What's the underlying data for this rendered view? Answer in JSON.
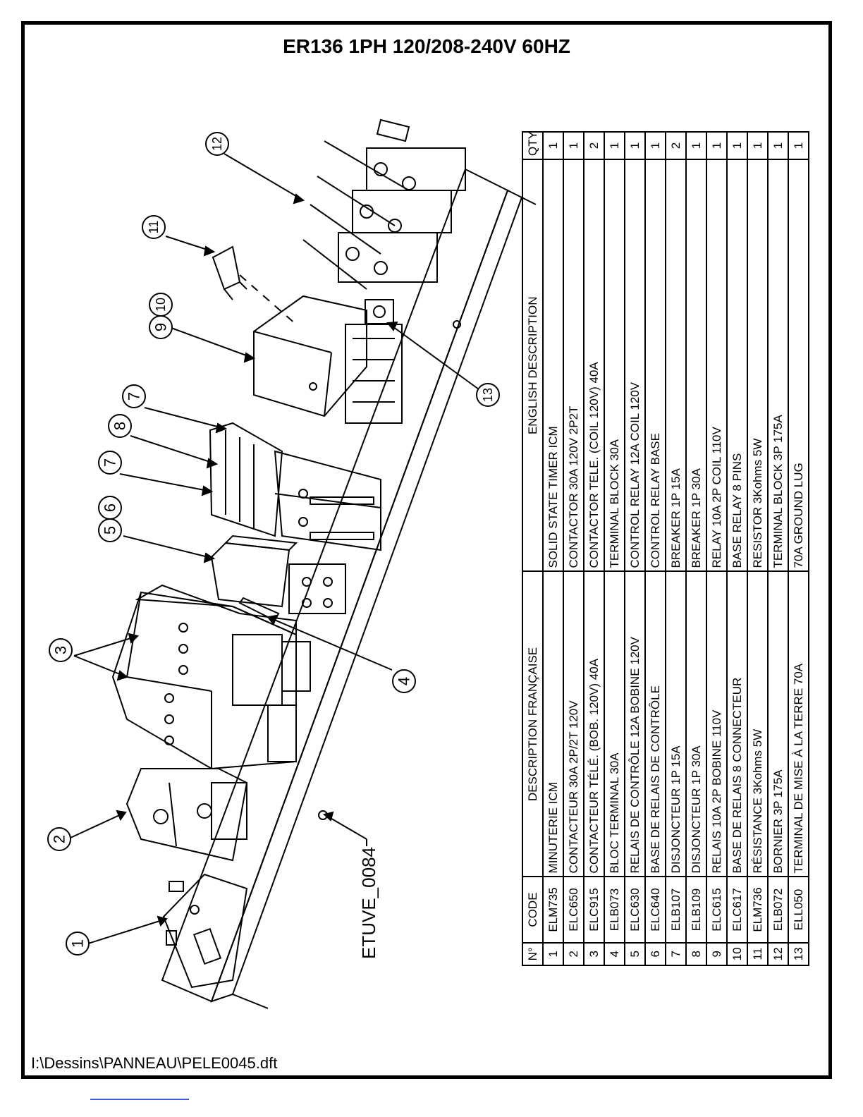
{
  "title": "ER136 1PH 120/208-240V 60HZ",
  "file_path": "I:\\Dessins\\PANNEAU\\PELE0045.dft",
  "drawing_ref": "ETUVE_0084",
  "callouts": [
    "1",
    "2",
    "3",
    "4",
    "5",
    "6",
    "7",
    "8",
    "7",
    "9",
    "10",
    "11",
    "12",
    "13"
  ],
  "table": {
    "headers": {
      "num": "N°",
      "code": "CODE",
      "fr": "DESCRIPTION FRANÇAISE",
      "en": "ENGLISH DESCRIPTION",
      "qty": "QTY"
    },
    "rows": [
      {
        "num": "1",
        "code": "ELM735",
        "fr": "MINUTERIE ICM",
        "en": "SOLID STATE TIMER ICM",
        "qty": "1"
      },
      {
        "num": "2",
        "code": "ELC650",
        "fr": "CONTACTEUR 30A 2P/2T 120V",
        "en": "CONTACTOR 30A 120V 2P2T",
        "qty": "1"
      },
      {
        "num": "3",
        "code": "ELC915",
        "fr": "CONTACTEUR TÉLÉ. (BOB. 120V) 40A",
        "en": "CONTACTOR TELE. (COIL 120V) 40A",
        "qty": "2"
      },
      {
        "num": "4",
        "code": "ELB073",
        "fr": "BLOC TERMINAL 30A",
        "en": "TERMINAL BLOCK 30A",
        "qty": "1"
      },
      {
        "num": "5",
        "code": "ELC630",
        "fr": "RELAIS DE CONTRÔLE 12A BOBINE 120V",
        "en": "CONTROL RELAY  12A COIL 120V",
        "qty": "1"
      },
      {
        "num": "6",
        "code": "ELC640",
        "fr": "BASE DE RELAIS DE CONTRÔLE",
        "en": "CONTROL RELAY BASE",
        "qty": "1"
      },
      {
        "num": "7",
        "code": "ELB107",
        "fr": "DISJONCTEUR 1P 15A",
        "en": "BREAKER 1P 15A",
        "qty": "2"
      },
      {
        "num": "8",
        "code": "ELB109",
        "fr": "DISJONCTEUR 1P 30A",
        "en": "BREAKER 1P 30A",
        "qty": "1"
      },
      {
        "num": "9",
        "code": "ELC615",
        "fr": "RELAIS 10A 2P BOBINE 110V",
        "en": "RELAY 10A 2P COIL 110V",
        "qty": "1"
      },
      {
        "num": "10",
        "code": "ELC617",
        "fr": "BASE DE RELAIS 8 CONNECTEUR",
        "en": "BASE RELAY 8 PINS",
        "qty": "1"
      },
      {
        "num": "11",
        "code": "ELM736",
        "fr": "RÉSISTANCE 3Kohms 5W",
        "en": "RESISTOR 3Kohms 5W",
        "qty": "1"
      },
      {
        "num": "12",
        "code": "ELB072",
        "fr": "BORNIER 3P 175A",
        "en": "TERMINAL BLOCK 3P 175A",
        "qty": "1"
      },
      {
        "num": "13",
        "code": "ELL050",
        "fr": "TERMINAL DE MISE À LA TERRE 70A",
        "en": "70A GROUND LUG",
        "qty": "1"
      }
    ]
  }
}
